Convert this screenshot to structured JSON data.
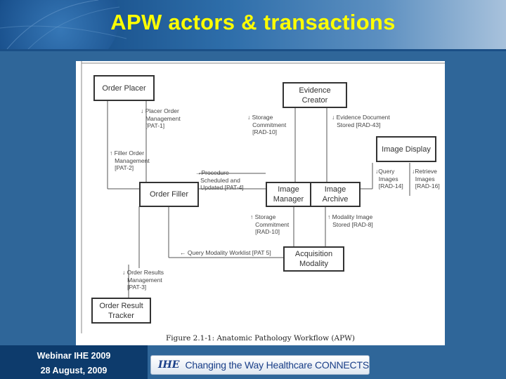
{
  "header": {
    "title": "APW actors & transactions"
  },
  "figure": {
    "actors": {
      "order_placer": "Order Placer",
      "evidence_creator": "Evidence\nCreator",
      "image_display": "Image Display",
      "order_filler": "Order Filler",
      "image_manager": "Image\nManager",
      "image_archive": "Image\nArchive",
      "acquisition_modality": "Acquisition\nModality",
      "order_result_tracker": "Order Result\nTracker"
    },
    "transactions": {
      "placer_order": "↓ Placer Order\n   Management\n   [PAT-1]",
      "filler_order": "↑ Filler Order\n   Management\n   [PAT-2]",
      "storage_commitment_top": "↓ Storage\n   Commitment\n   [RAD-10]",
      "evidence_documents": "↓ Evidence Document\n   Stored [RAD-43]",
      "procedure_scheduled": "→Procedure\n   Scheduled and\n   Updated [PAT-4]",
      "query_images": "↓Query\n  Images\n  [RAD-14]",
      "retrieve_images": "↓Retrieve\n  Images\n  [RAD-16]",
      "storage_commitment_bottom": "↑ Storage\n   Commitment\n   [RAD-10]",
      "modality_image_stored": "↑ Modality Image\n   Stored [RAD-8]",
      "query_modality_worklist": "← Query Modality Worklist [PAT 5]",
      "order_results": "↓ Order Results\n   Management\n   [PAT-3]"
    },
    "caption": "Figure 2.1-1: Anatomic Pathology Workflow (APW)"
  },
  "footer": {
    "webinar": "Webinar IHE 2009",
    "date": "28 August, 2009",
    "banner_logo": "IHE",
    "banner_tagline": "Changing the Way Healthcare CONNECTS"
  },
  "colors": {
    "title": "#ffff00",
    "background": "#2f6699",
    "footer_bar": "#0d3b6c"
  }
}
